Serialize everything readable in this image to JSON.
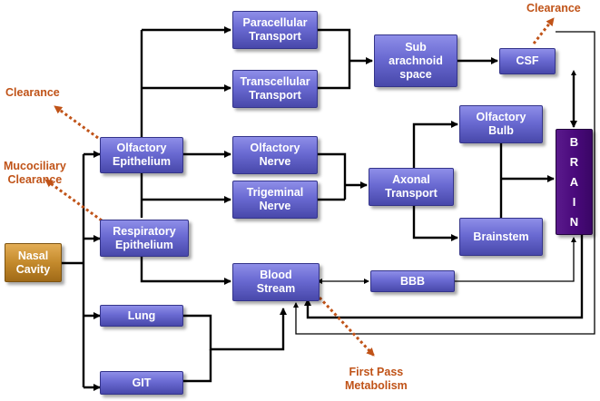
{
  "nodes": {
    "nasal_cavity": "Nasal\nCavity",
    "olfactory_epithelium": "Olfactory\nEpithelium",
    "respiratory_epithelium": "Respiratory\nEpithelium",
    "lung": "Lung",
    "git": "GIT",
    "paracellular_transport": "Paracellular\nTransport",
    "transcellular_transport": "Transcellular\nTransport",
    "olfactory_nerve": "Olfactory\nNerve",
    "trigeminal_nerve": "Trigeminal\nNerve",
    "blood_stream": "Blood\nStream",
    "sub_arachnoid_space": "Sub\narachnoid\nspace",
    "axonal_transport": "Axonal\nTransport",
    "bbb": "BBB",
    "csf": "CSF",
    "olfactory_bulb": "Olfactory\nBulb",
    "brainstem": "Brainstem",
    "brain_letters": [
      "B",
      "R",
      "A",
      "I",
      "N"
    ]
  },
  "annotations": {
    "clearance_left": "Clearance",
    "clearance_top": "Clearance",
    "mucociliary_clearance": "Mucociliary\nClearance",
    "first_pass_metabolism": "First Pass\nMetabolism"
  },
  "colors": {
    "node_blue": "#6a6ad2",
    "nasal_orange": "#c48a2c",
    "brain_purple": "#4a0a7c",
    "annotation_orange": "#c05318",
    "connector": "#000000"
  }
}
